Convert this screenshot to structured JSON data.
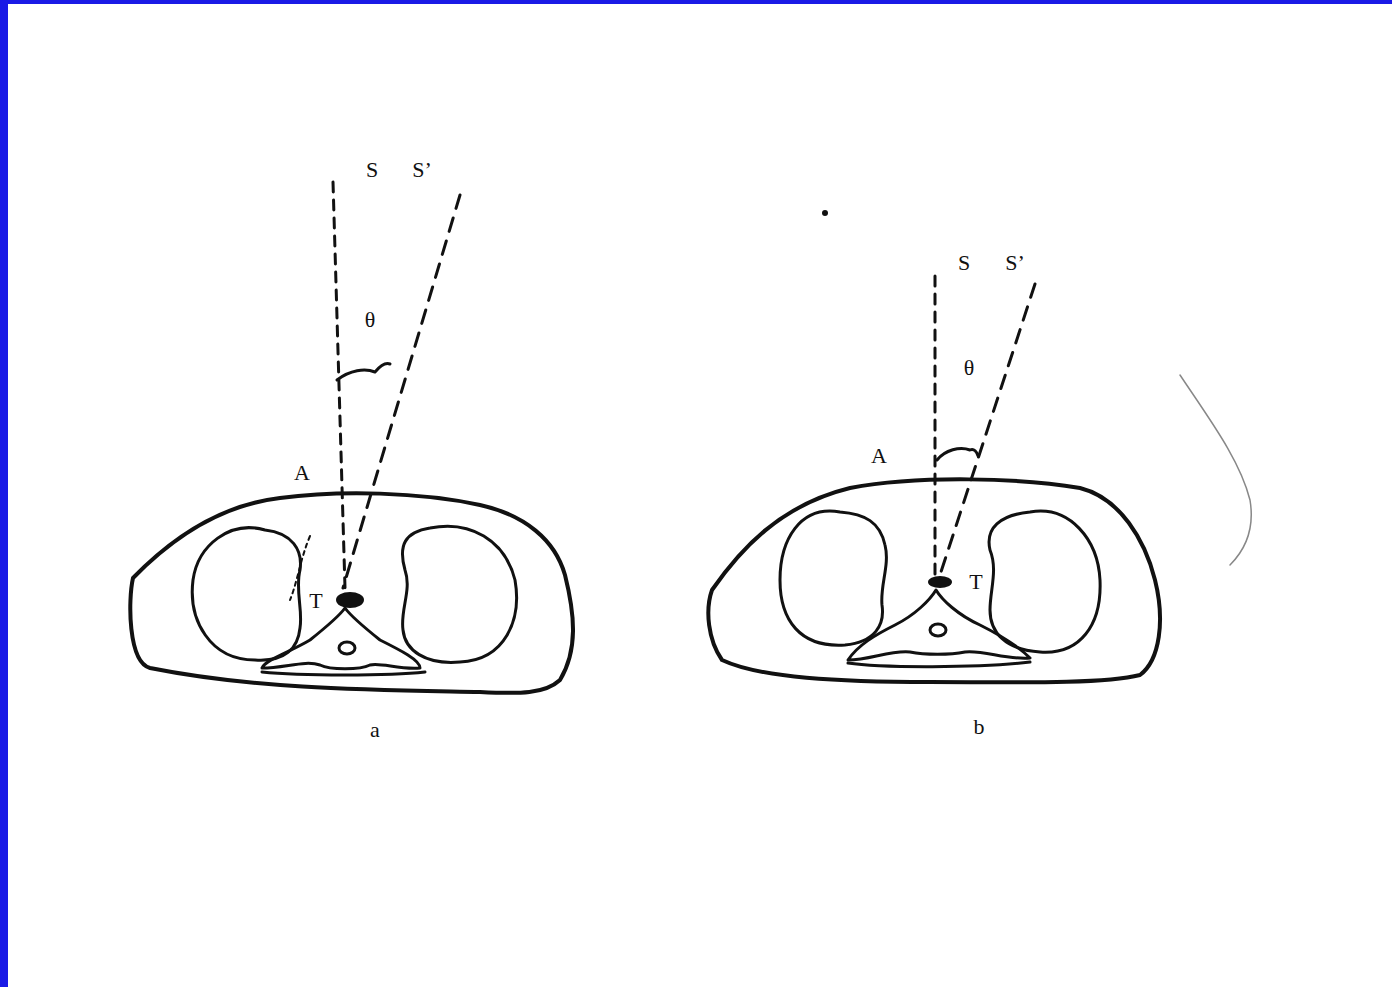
{
  "diagram": {
    "labels": [
      "S",
      "S’",
      "θ",
      "A",
      "T",
      "a",
      "S",
      "S’",
      "θ",
      "A",
      "T",
      "b"
    ]
  }
}
